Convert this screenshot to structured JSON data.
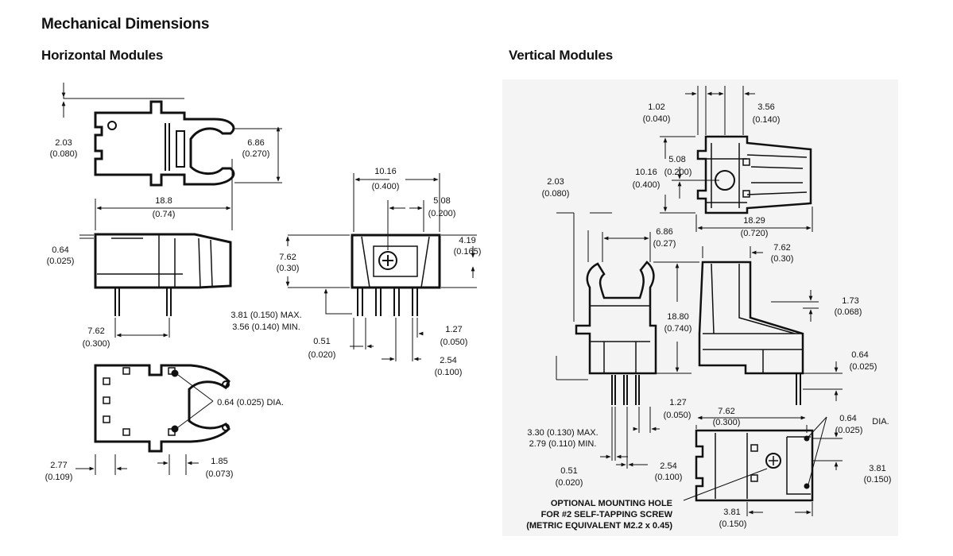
{
  "titles": {
    "main": "Mechanical Dimensions",
    "horizontal": "Horizontal Modules",
    "vertical": "Vertical Modules"
  },
  "horizontal_dims": {
    "d1": [
      "2.03",
      "(0.080)"
    ],
    "d2": [
      "6.86",
      "(0.270)"
    ],
    "d3": [
      "18.8",
      "(0.74)"
    ],
    "d4": [
      "0.64",
      "(0.025)"
    ],
    "d5": [
      "7.62",
      "(0.30)"
    ],
    "d6": [
      "10.16",
      "(0.400)"
    ],
    "d7": [
      "5.08",
      "(0.200)"
    ],
    "d8": [
      "4.19",
      "(0.165)"
    ],
    "d9": "3.81 (0.150) MAX.",
    "d10": "3.56 (0.140) MIN.",
    "d11": [
      "0.51",
      "(0.020)"
    ],
    "d12": [
      "1.27",
      "(0.050)"
    ],
    "d13": [
      "2.54",
      "(0.100)"
    ],
    "d14": [
      "7.62",
      "(0.300)"
    ],
    "d15": "0.64 (0.025) DIA.",
    "d16": [
      "2.77",
      "(0.109)"
    ],
    "d17": [
      "1.85",
      "(0.073)"
    ]
  },
  "vertical_dims": {
    "v1": [
      "1.02",
      "(0.040)"
    ],
    "v2": [
      "3.56",
      "(0.140)"
    ],
    "v3": [
      "5.08",
      "(0.200)"
    ],
    "v4": [
      "10.16",
      "(0.400)"
    ],
    "v5": [
      "18.29",
      "(0.720)"
    ],
    "v6": [
      "2.03",
      "(0.080)"
    ],
    "v7": [
      "6.86",
      "(0.27)"
    ],
    "v8": [
      "7.62",
      "(0.30)"
    ],
    "v9": [
      "18.80",
      "(0.740)"
    ],
    "v10": [
      "1.73",
      "(0.068)"
    ],
    "v11": [
      "0.64",
      "(0.025)"
    ],
    "v12": [
      "1.27",
      "(0.050)"
    ],
    "v13": [
      "7.62",
      "(0.300)"
    ],
    "v14_a": "0.64",
    "v14_b": "(0.025)",
    "v14_c": "DIA.",
    "v15": "3.30 (0.130) MAX.",
    "v16": "2.79 (0.110)  MIN.",
    "v17": [
      "3.81",
      "(0.150)"
    ],
    "v18": [
      "0.51",
      "(0.020)"
    ],
    "v19": [
      "2.54",
      "(0.100)"
    ],
    "v20": [
      "3.81",
      "(0.150)"
    ],
    "note": [
      "OPTIONAL MOUNTING HOLE",
      "FOR #2 SELF-TAPPING SCREW",
      "(METRIC EQUIVALENT M2.2 x 0.45)"
    ]
  }
}
